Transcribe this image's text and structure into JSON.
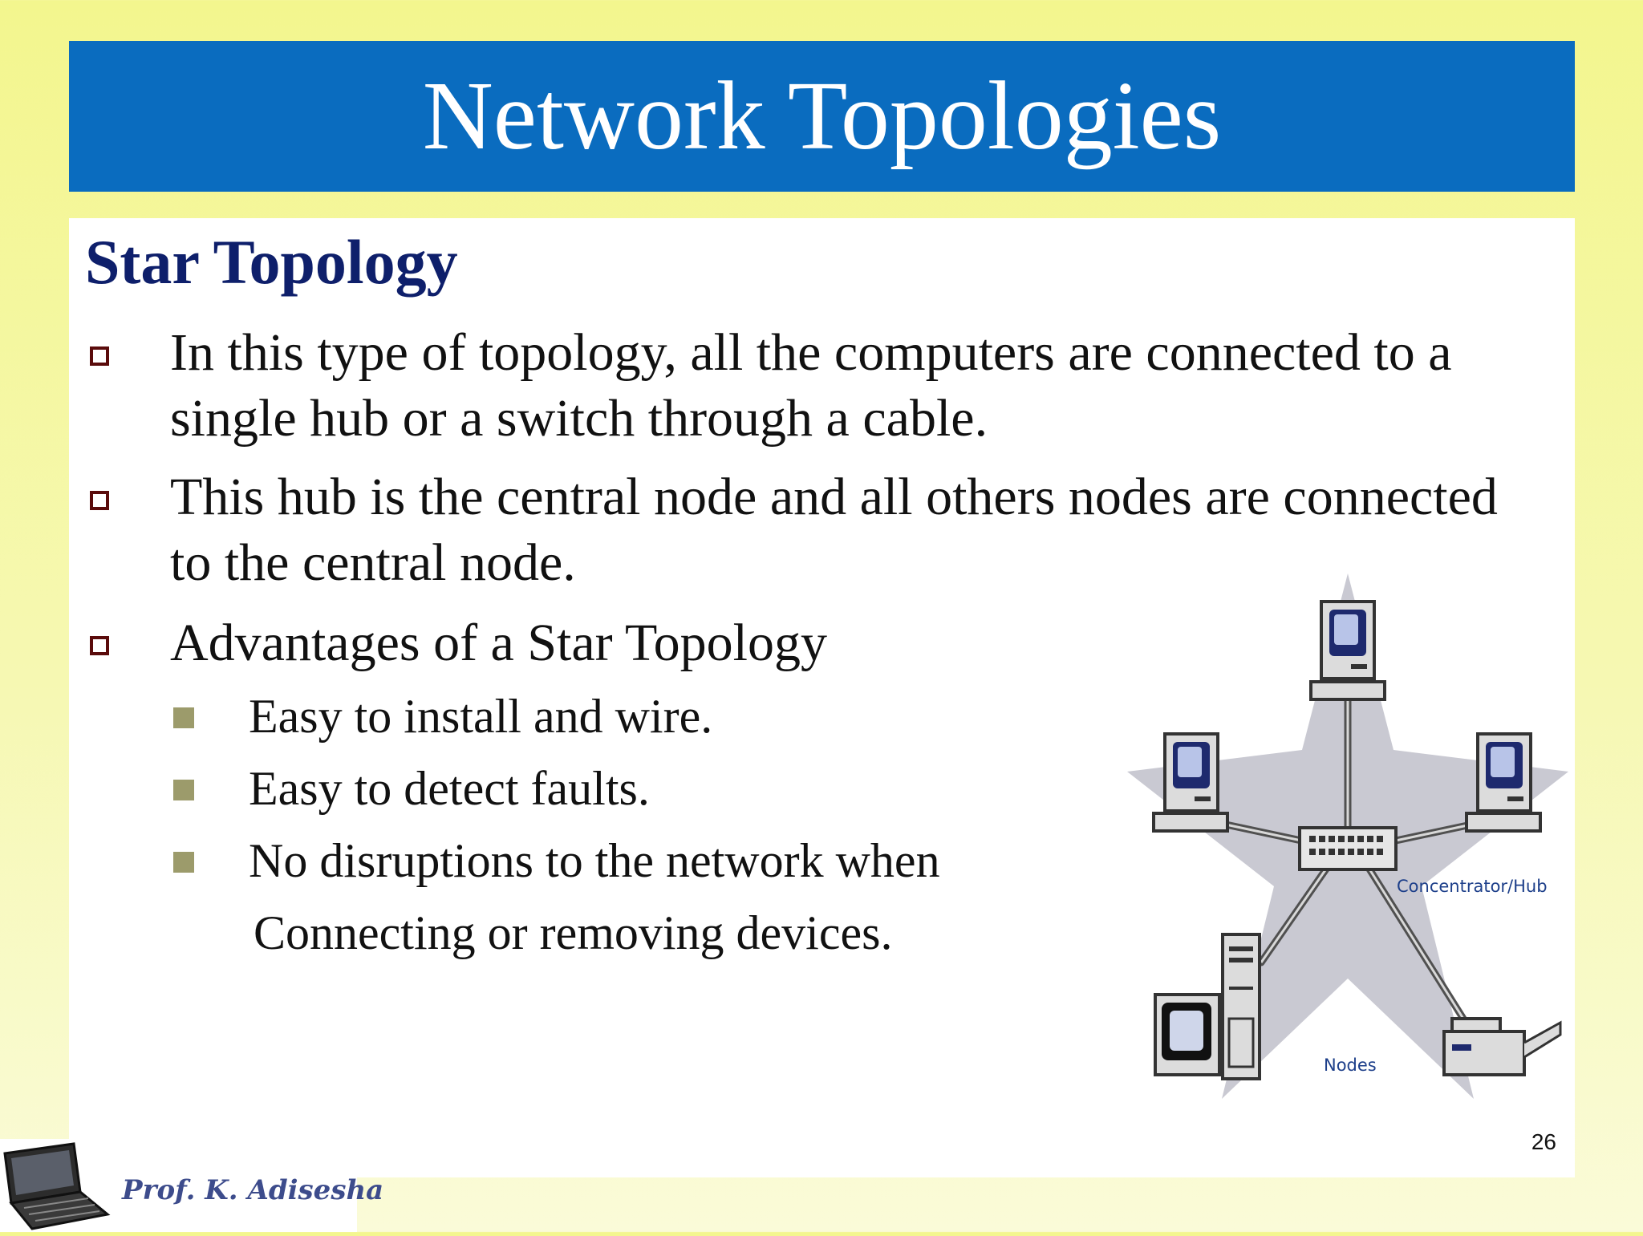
{
  "slide": {
    "title": "Network Topologies",
    "subtitle": "Star Topology",
    "bullets": [
      {
        "line1": "In this type of topology, all the computers are connected to a",
        "line2": "single hub or a switch through a cable."
      },
      {
        "line1": "This hub is the central node and all others nodes are connected",
        "line2": "to the central node."
      },
      {
        "line1": "Advantages of a Star Topology",
        "line2": ""
      }
    ],
    "sub_bullets": [
      "Easy to install and wire.",
      "Easy to detect faults.",
      "No disruptions to the network when"
    ],
    "sub_bullet_continuation": "Connecting or removing devices.",
    "page_number": "26"
  },
  "diagram": {
    "hub_label": "Concentrator/Hub",
    "nodes_label": "Nodes"
  },
  "footer": {
    "author": "Prof. K. Adisesha"
  },
  "colors": {
    "title_bar": "#0a6cbf",
    "subtitle": "#0e1f6b",
    "bullet_border": "#5a0b0b",
    "sub_bullet": "#9c9b6b",
    "star": "#c9c9d2",
    "diagram_label": "#1d3f8a"
  }
}
